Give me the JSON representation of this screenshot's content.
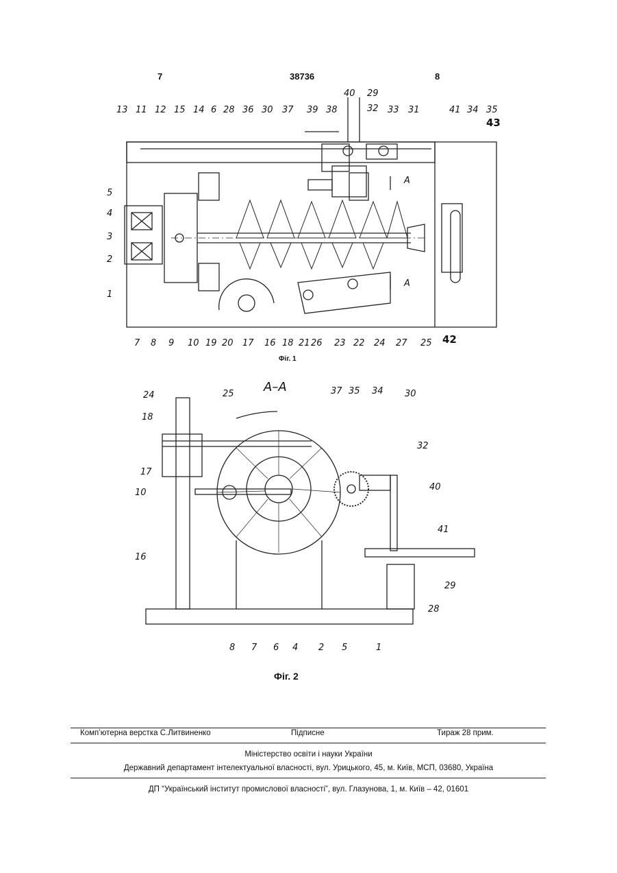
{
  "header": {
    "page_left": "7",
    "doc_number": "38736",
    "page_right": "8"
  },
  "figure1": {
    "caption": "Фіг. 1",
    "top_labels": [
      "13",
      "11",
      "12",
      "15",
      "14",
      "6",
      "28",
      "36",
      "30",
      "37",
      "39",
      "38",
      "40",
      "29",
      "32",
      "33",
      "31",
      "41",
      "34",
      "35",
      "43"
    ],
    "left_labels": [
      "5",
      "4",
      "3",
      "2",
      "1"
    ],
    "bottom_labels": [
      "7",
      "8",
      "9",
      "10",
      "19",
      "20",
      "17",
      "16",
      "18",
      "21",
      "26",
      "23",
      "22",
      "24",
      "27",
      "25",
      "42"
    ],
    "section_marker": "A"
  },
  "figure2": {
    "caption": "Фіг. 2",
    "section_title": "A–A",
    "labels": [
      "24",
      "25",
      "37",
      "35",
      "34",
      "30",
      "18",
      "17",
      "10",
      "32",
      "40",
      "41",
      "16",
      "29",
      "28",
      "8",
      "7",
      "6",
      "4",
      "2",
      "5",
      "1"
    ]
  },
  "footer": {
    "typesetting": "Комп’ютерна верстка С.Литвиненко",
    "signed": "Підписне",
    "circulation": "Тираж 28 прим.",
    "ministry": "Міністерство освіти і науки України",
    "department": "Державний департамент інтелектуальної власності, вул. Урицького, 45, м. Київ, МСП, 03680, Україна",
    "institute": "ДП “Український інститут промислової власності”, вул. Глазунова, 1, м. Київ – 42, 01601"
  }
}
